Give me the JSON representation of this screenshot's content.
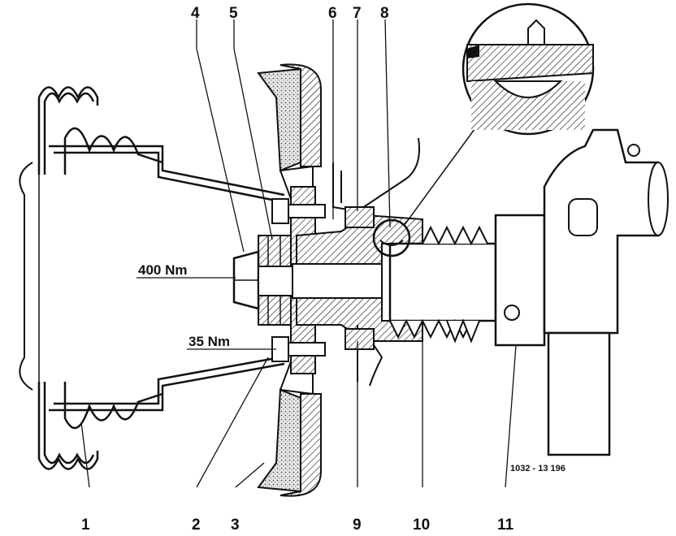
{
  "callouts": {
    "n1": "1",
    "n2": "2",
    "n3": "3",
    "n4": "4",
    "n5": "5",
    "n6": "6",
    "n7": "7",
    "n8": "8",
    "n9": "9",
    "n10": "10",
    "n11": "11"
  },
  "torque_specs": {
    "center_bolt": "400 Nm",
    "pulley_bolts": "35 Nm"
  },
  "reference_number": "1032 - 13 196",
  "colors": {
    "ink": "#111111",
    "paper": "#ffffff",
    "shade": "#bdbdbd"
  }
}
